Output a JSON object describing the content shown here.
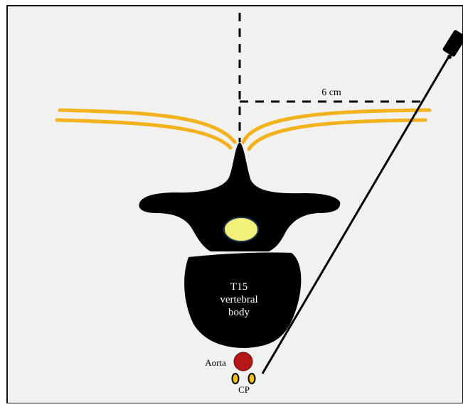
{
  "diagram": {
    "distance_label": "6 cm",
    "vertebra_label_lines": [
      "T15",
      "vertebral",
      "body"
    ],
    "aorta_label": "Aorta",
    "cp_label": "CP"
  },
  "colors": {
    "background": "#f1f1ef",
    "frame": "#111111",
    "bone": "#000000",
    "spinal_canal": "#f3f07a",
    "nerve": "#f2b21e",
    "aorta": "#b51616",
    "celiac_plexus": "#f2c21a",
    "needle": "#000000"
  },
  "icons": {
    "needle_hub": "needle-hub-icon"
  }
}
